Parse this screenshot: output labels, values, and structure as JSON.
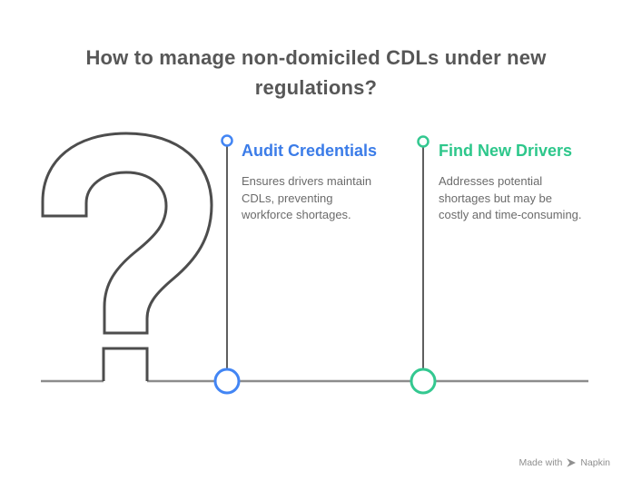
{
  "title": {
    "line1": "How to manage non-domiciled CDLs under new",
    "line2": "regulations?",
    "full": "How to manage non-domiciled CDLs under new regulations?"
  },
  "hero": {
    "symbol": "question-mark"
  },
  "items": [
    {
      "title": "Audit Credentials",
      "description": "Ensures drivers maintain CDLs, preventing workforce shortages.",
      "accent_color": "#3b7ce8",
      "circle_color": "#4285f4"
    },
    {
      "title": "Find New Drivers",
      "description": "Addresses potential shortages but may be costly and time-consuming.",
      "accent_color": "#2dc78b",
      "circle_color": "#33c890"
    }
  ],
  "watermark": {
    "made_with": "Made with",
    "brand": "Napkin",
    "icon": "napkin-logo-icon"
  },
  "colors": {
    "background": "#ffffff",
    "title_text": "#575757",
    "body_text": "#6b6b6b",
    "question_mark_outline": "#4d4d4d",
    "baseline": "#8c8c8c",
    "connector_line": "#5f5f5f",
    "watermark_text": "#8f8f8f"
  }
}
